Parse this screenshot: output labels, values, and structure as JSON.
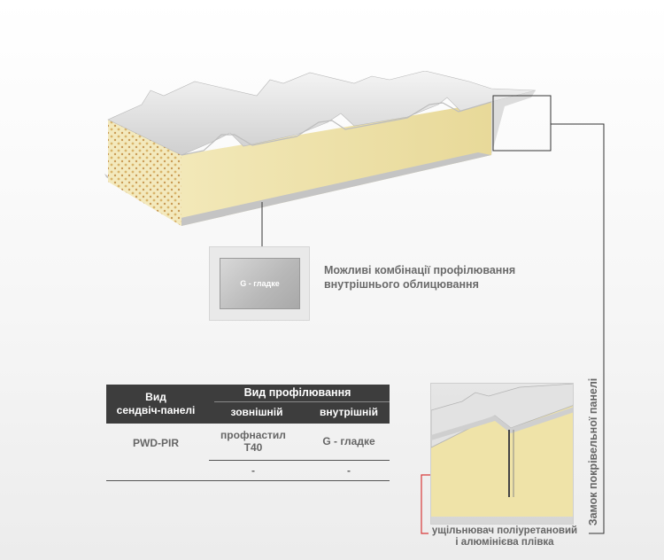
{
  "sample": {
    "label": "G - гладке"
  },
  "combo_note": {
    "line1": "Можливі комбінації профілювання",
    "line2": "внутрішнього облицювання"
  },
  "lock_label": "Замок покрівельної панелі",
  "table": {
    "col_type_line1": "Вид",
    "col_type_line2": "сендвіч-панелі",
    "col_profile": "Вид профілювання",
    "col_external": "зовнішній",
    "col_internal": "внутрішній",
    "rows": [
      {
        "type": "PWD-PIR",
        "external_line1": "профнастил",
        "external_line2": "T40",
        "internal": "G - гладке"
      },
      {
        "type": "",
        "external_line1": "-",
        "external_line2": "",
        "internal": "-"
      }
    ]
  },
  "seal_note": {
    "line1": "ущільнювач поліуретановий",
    "line2": "і алюмінієва плівка"
  },
  "colors": {
    "accent_red": "#d83a3a",
    "insulation": "#efe3a8",
    "header_bg": "#3d3d3d"
  },
  "icons": [
    "sandwich-panel-illustration",
    "panel-lock-detail-photo"
  ]
}
